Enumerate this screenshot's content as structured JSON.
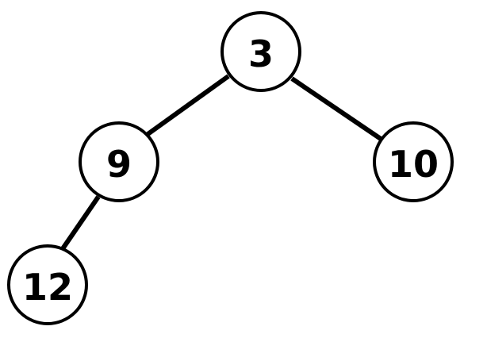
{
  "tree": {
    "nodes": [
      {
        "id": "root",
        "value": "3"
      },
      {
        "id": "root-left",
        "value": "9"
      },
      {
        "id": "root-right",
        "value": "10"
      },
      {
        "id": "root-left-left",
        "value": "12"
      }
    ],
    "edges": [
      {
        "from": "root",
        "to": "root-left"
      },
      {
        "from": "root",
        "to": "root-right"
      },
      {
        "from": "root-left",
        "to": "root-left-left"
      }
    ]
  }
}
